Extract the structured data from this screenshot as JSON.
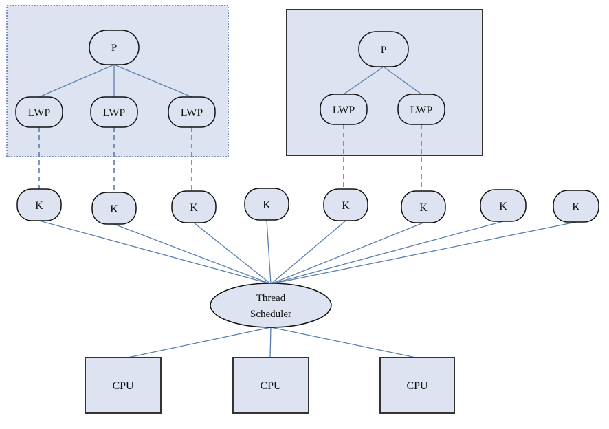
{
  "colors": {
    "box_fill": "#dde3f0",
    "node_fill": "#dde3f0",
    "line": "#5b7fb0",
    "node_stroke": "#111111",
    "frame_stroke": "#333333",
    "dotted_frame": "#5577bb"
  },
  "process_1": {
    "process": "P",
    "lwps": [
      "LWP",
      "LWP",
      "LWP"
    ]
  },
  "process_2": {
    "process": "P",
    "lwps": [
      "LWP",
      "LWP"
    ]
  },
  "kernel_threads": [
    "K",
    "K",
    "K",
    "K",
    "K",
    "K",
    "K",
    "K"
  ],
  "scheduler": {
    "line1": "Thread",
    "line2": "Scheduler"
  },
  "cpus": [
    "CPU",
    "CPU",
    "CPU"
  ]
}
